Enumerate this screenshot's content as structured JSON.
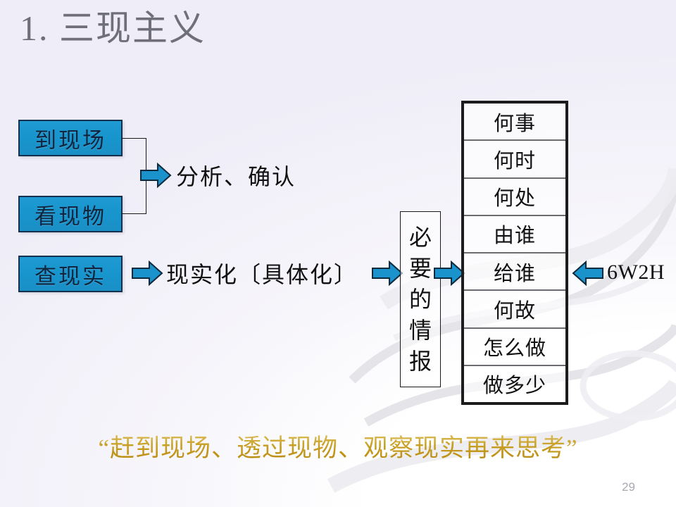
{
  "slide": {
    "title": "1. 三现主义",
    "page_number": "29",
    "background_top_color": "#eae7f4",
    "background_bottom_color": "#ffffff"
  },
  "palette": {
    "box_fill": "#1895cd",
    "box_border": "#14324f",
    "box_text": "#10253f",
    "arrow_fill": "#1a93cc",
    "arrow_outline": "#0d2a3d",
    "table_border": "#1c1c1c",
    "table_divider": "#6c6c70",
    "caption_gold": "#c9a227",
    "title_gray": "#6f6f7c",
    "page_number_gray": "#a9a9b2"
  },
  "left_column": {
    "boxes": [
      {
        "label": "到现场",
        "icon": "blue-box"
      },
      {
        "label": "看现物",
        "icon": "blue-box"
      },
      {
        "label": "查现实",
        "icon": "blue-box"
      }
    ]
  },
  "flow": {
    "analyze_text": "分析、确认",
    "realize_text": "现实化〔具体化〕",
    "arrow_right_icon": "arrow-right-icon",
    "arrow_left_icon": "arrow-left-icon"
  },
  "info_box": {
    "label": "必要的情报",
    "chars": [
      "必",
      "要",
      "的",
      "情",
      "报"
    ]
  },
  "table": {
    "name": "6W2H",
    "side_label": "6W2H",
    "rows": [
      "何事",
      "何时",
      "何处",
      "由谁",
      "给谁",
      "何故",
      "怎么做",
      "做多少"
    ]
  },
  "caption": {
    "text": "“赶到现场、透过现物、观察现实再来思考”"
  }
}
